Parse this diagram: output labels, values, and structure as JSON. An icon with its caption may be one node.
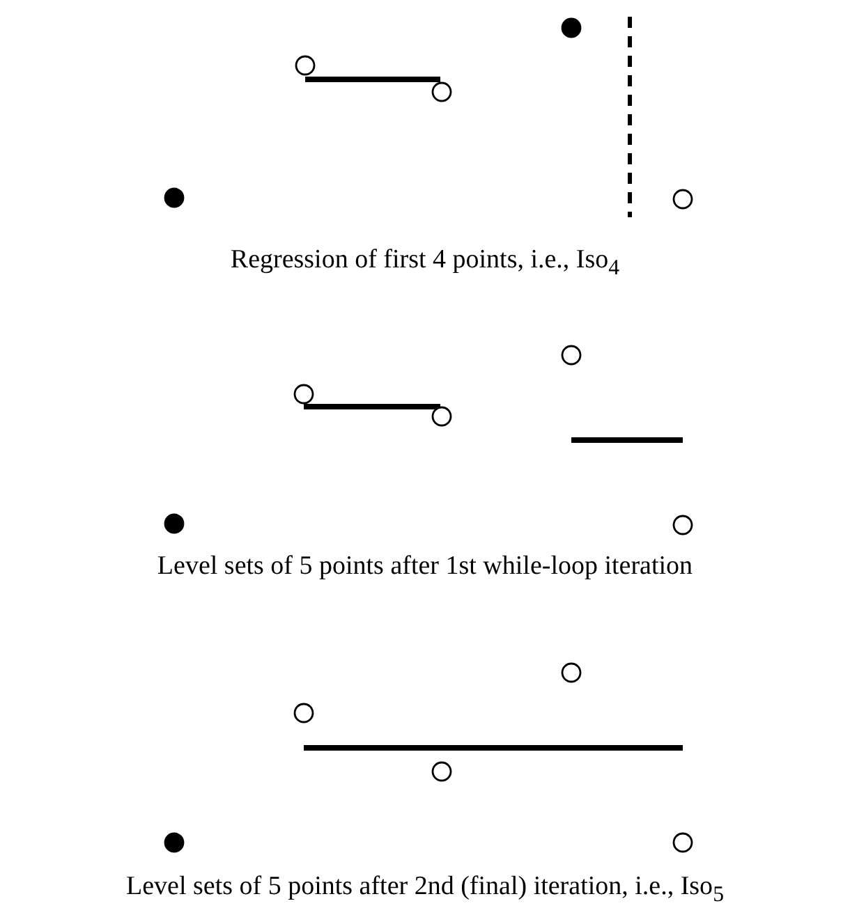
{
  "diagram": {
    "labels": [
      "Regression of first 4 points, i.e., Iso$_{4}$",
      "Level sets of 5 points after 1st while-loop iteration",
      "Level sets of 5 points after 2nd (final) iteration, i.e., Iso$_{5}$"
    ]
  }
}
